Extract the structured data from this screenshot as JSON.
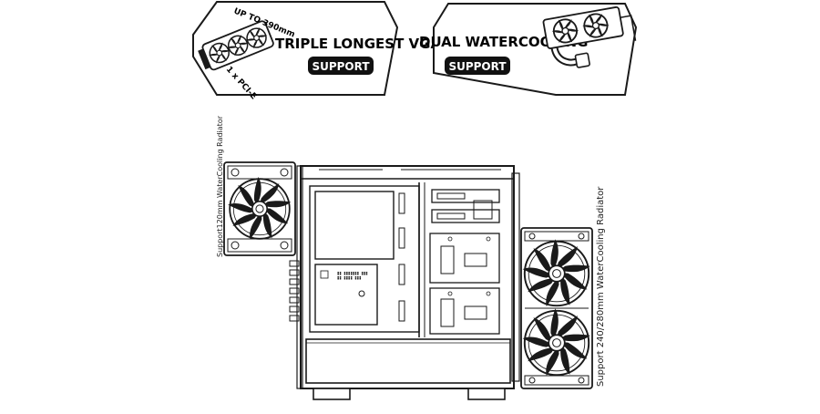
{
  "badges": {
    "vga": {
      "title": "TRIPLE LONGEST VGA CARDS",
      "pill": "SUPPORT",
      "length_label": "UP TO 390mm",
      "slot_label": "1 x PCI-E"
    },
    "watercooling": {
      "title": "DUAL WATERCOOLING",
      "pill": "SUPPORT"
    }
  },
  "annotations": {
    "left_radiator": "Support120mm WaterCooling Radiator",
    "right_radiator": "Support 240/280mm WaterCooling Radiator"
  },
  "colors": {
    "line": "#1a1a1a",
    "pill_bg": "#111111",
    "background": "#ffffff"
  }
}
